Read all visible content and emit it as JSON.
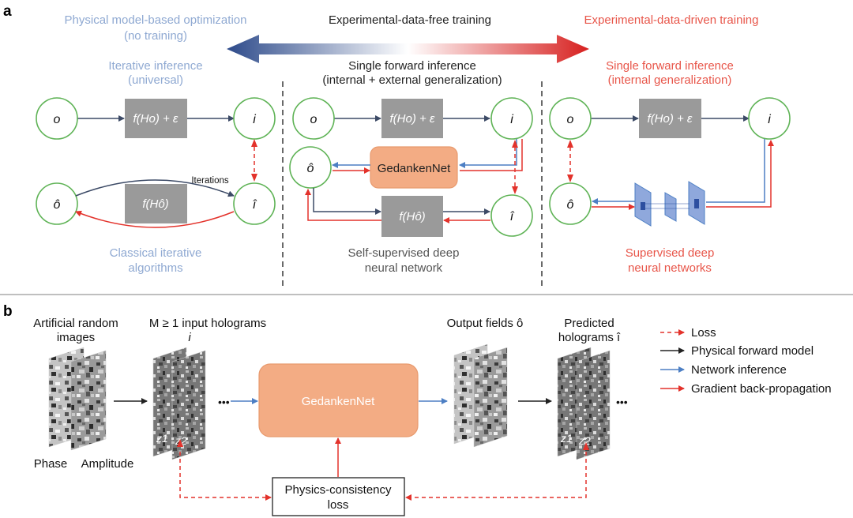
{
  "panel_a": {
    "letter": "a",
    "top_left_1": "Physical model-based optimization",
    "top_left_2": "(no training)",
    "top_center": "Experimental-data-free training",
    "top_right": "Experimental-data-driven training",
    "col1_title_1": "Iterative inference",
    "col1_title_2": "(universal)",
    "col2_title_1": "Single forward inference",
    "col2_title_2": "(internal + external generalization)",
    "col3_title_1": "Single forward inference",
    "col3_title_2": "(internal generalization)",
    "node_o": "o",
    "node_i": "i",
    "node_ohat": "ô",
    "node_ihat": "î",
    "fwd_box": "f(Ho) + ε",
    "hat_box": "f(Hô)",
    "iterations": "Iterations",
    "net_box": "GedankenNet",
    "col1_caption_1": "Classical iterative",
    "col1_caption_2": "algorithms",
    "col2_caption_1": "Self-supervised deep",
    "col2_caption_2": "neural network",
    "col3_caption_1": "Supervised deep",
    "col3_caption_2": "neural networks"
  },
  "panel_b": {
    "letter": "b",
    "artificial_1": "Artificial random",
    "artificial_2": "images",
    "phase": "Phase",
    "amplitude": "Amplitude",
    "input_1": "M ≥ 1 input holograms",
    "input_2": "i",
    "z1": "z1",
    "z2": "z2",
    "dots": "•••",
    "net_box": "GedankenNet",
    "output": "Output fields ô",
    "predicted_1": "Predicted",
    "predicted_2": "holograms î",
    "loss_box_1": "Physics-consistency",
    "loss_box_2": "loss",
    "legend": [
      {
        "label": "Loss",
        "color": "#e3322b",
        "style": "dashed"
      },
      {
        "label": "Physical forward model",
        "color": "#222222",
        "style": "solid"
      },
      {
        "label": "Network inference",
        "color": "#4d7fc4",
        "style": "solid"
      },
      {
        "label": "Gradient back-propagation",
        "color": "#e3322b",
        "style": "solid"
      }
    ]
  },
  "colors": {
    "green_node": "#5fb356",
    "grey_box": "#9a9a9a",
    "orange_box": "#f3ac84",
    "blue_arrow": "#4d7fc4",
    "red_arrow": "#e3322b",
    "dark_arrow": "#3c4a66"
  }
}
